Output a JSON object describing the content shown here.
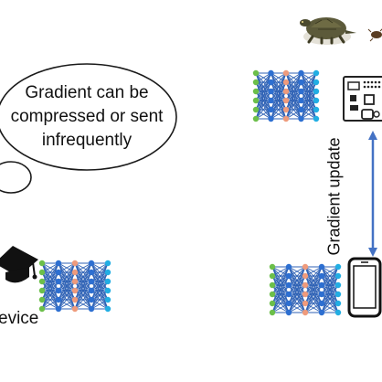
{
  "bubble": {
    "line1": "Gradient can be",
    "line2": "compressed or sent",
    "line3": "infrequently"
  },
  "gradient_update_label": "Gradient update",
  "device_label": "evice",
  "colors": {
    "arrow": "#4472c4",
    "network_blue": "#2f62b5",
    "node_green": "#6cbf4a",
    "node_blue": "#2d6fd1",
    "node_salmon": "#ef9b7c",
    "node_cyan": "#22aee3"
  },
  "icons": [
    "turtle-icon",
    "bug-icon",
    "circuit-board-icon",
    "smartphone-icon",
    "graduation-cap-icon",
    "neural-network-icon"
  ]
}
